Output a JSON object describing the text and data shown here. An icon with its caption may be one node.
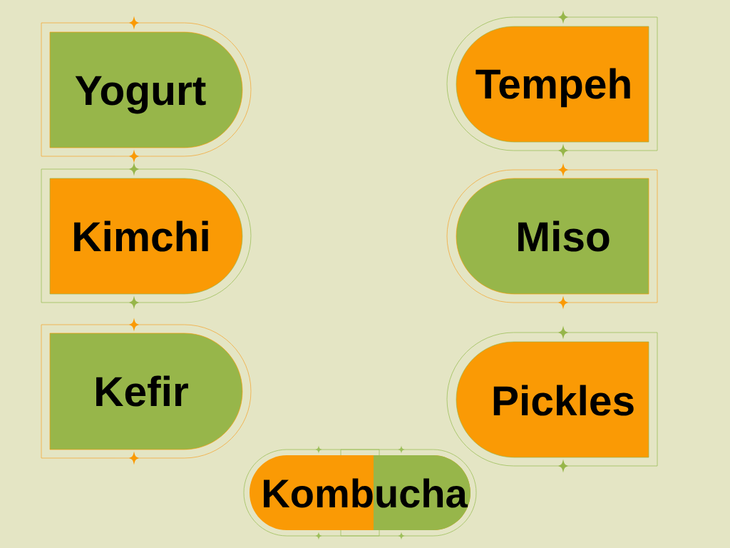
{
  "diagram": {
    "nodes": [
      {
        "text": [
          "Yogurt"
        ]
      },
      {
        "text": [
          "Tempeh"
        ]
      },
      {
        "text": [
          "Kimchi"
        ]
      },
      {
        "text": [
          "Miso"
        ]
      },
      {
        "text": [
          "Kefir"
        ]
      },
      {
        "text": [
          "Pickles"
        ]
      },
      {
        "text": [
          "Kombucha"
        ]
      }
    ]
  }
}
